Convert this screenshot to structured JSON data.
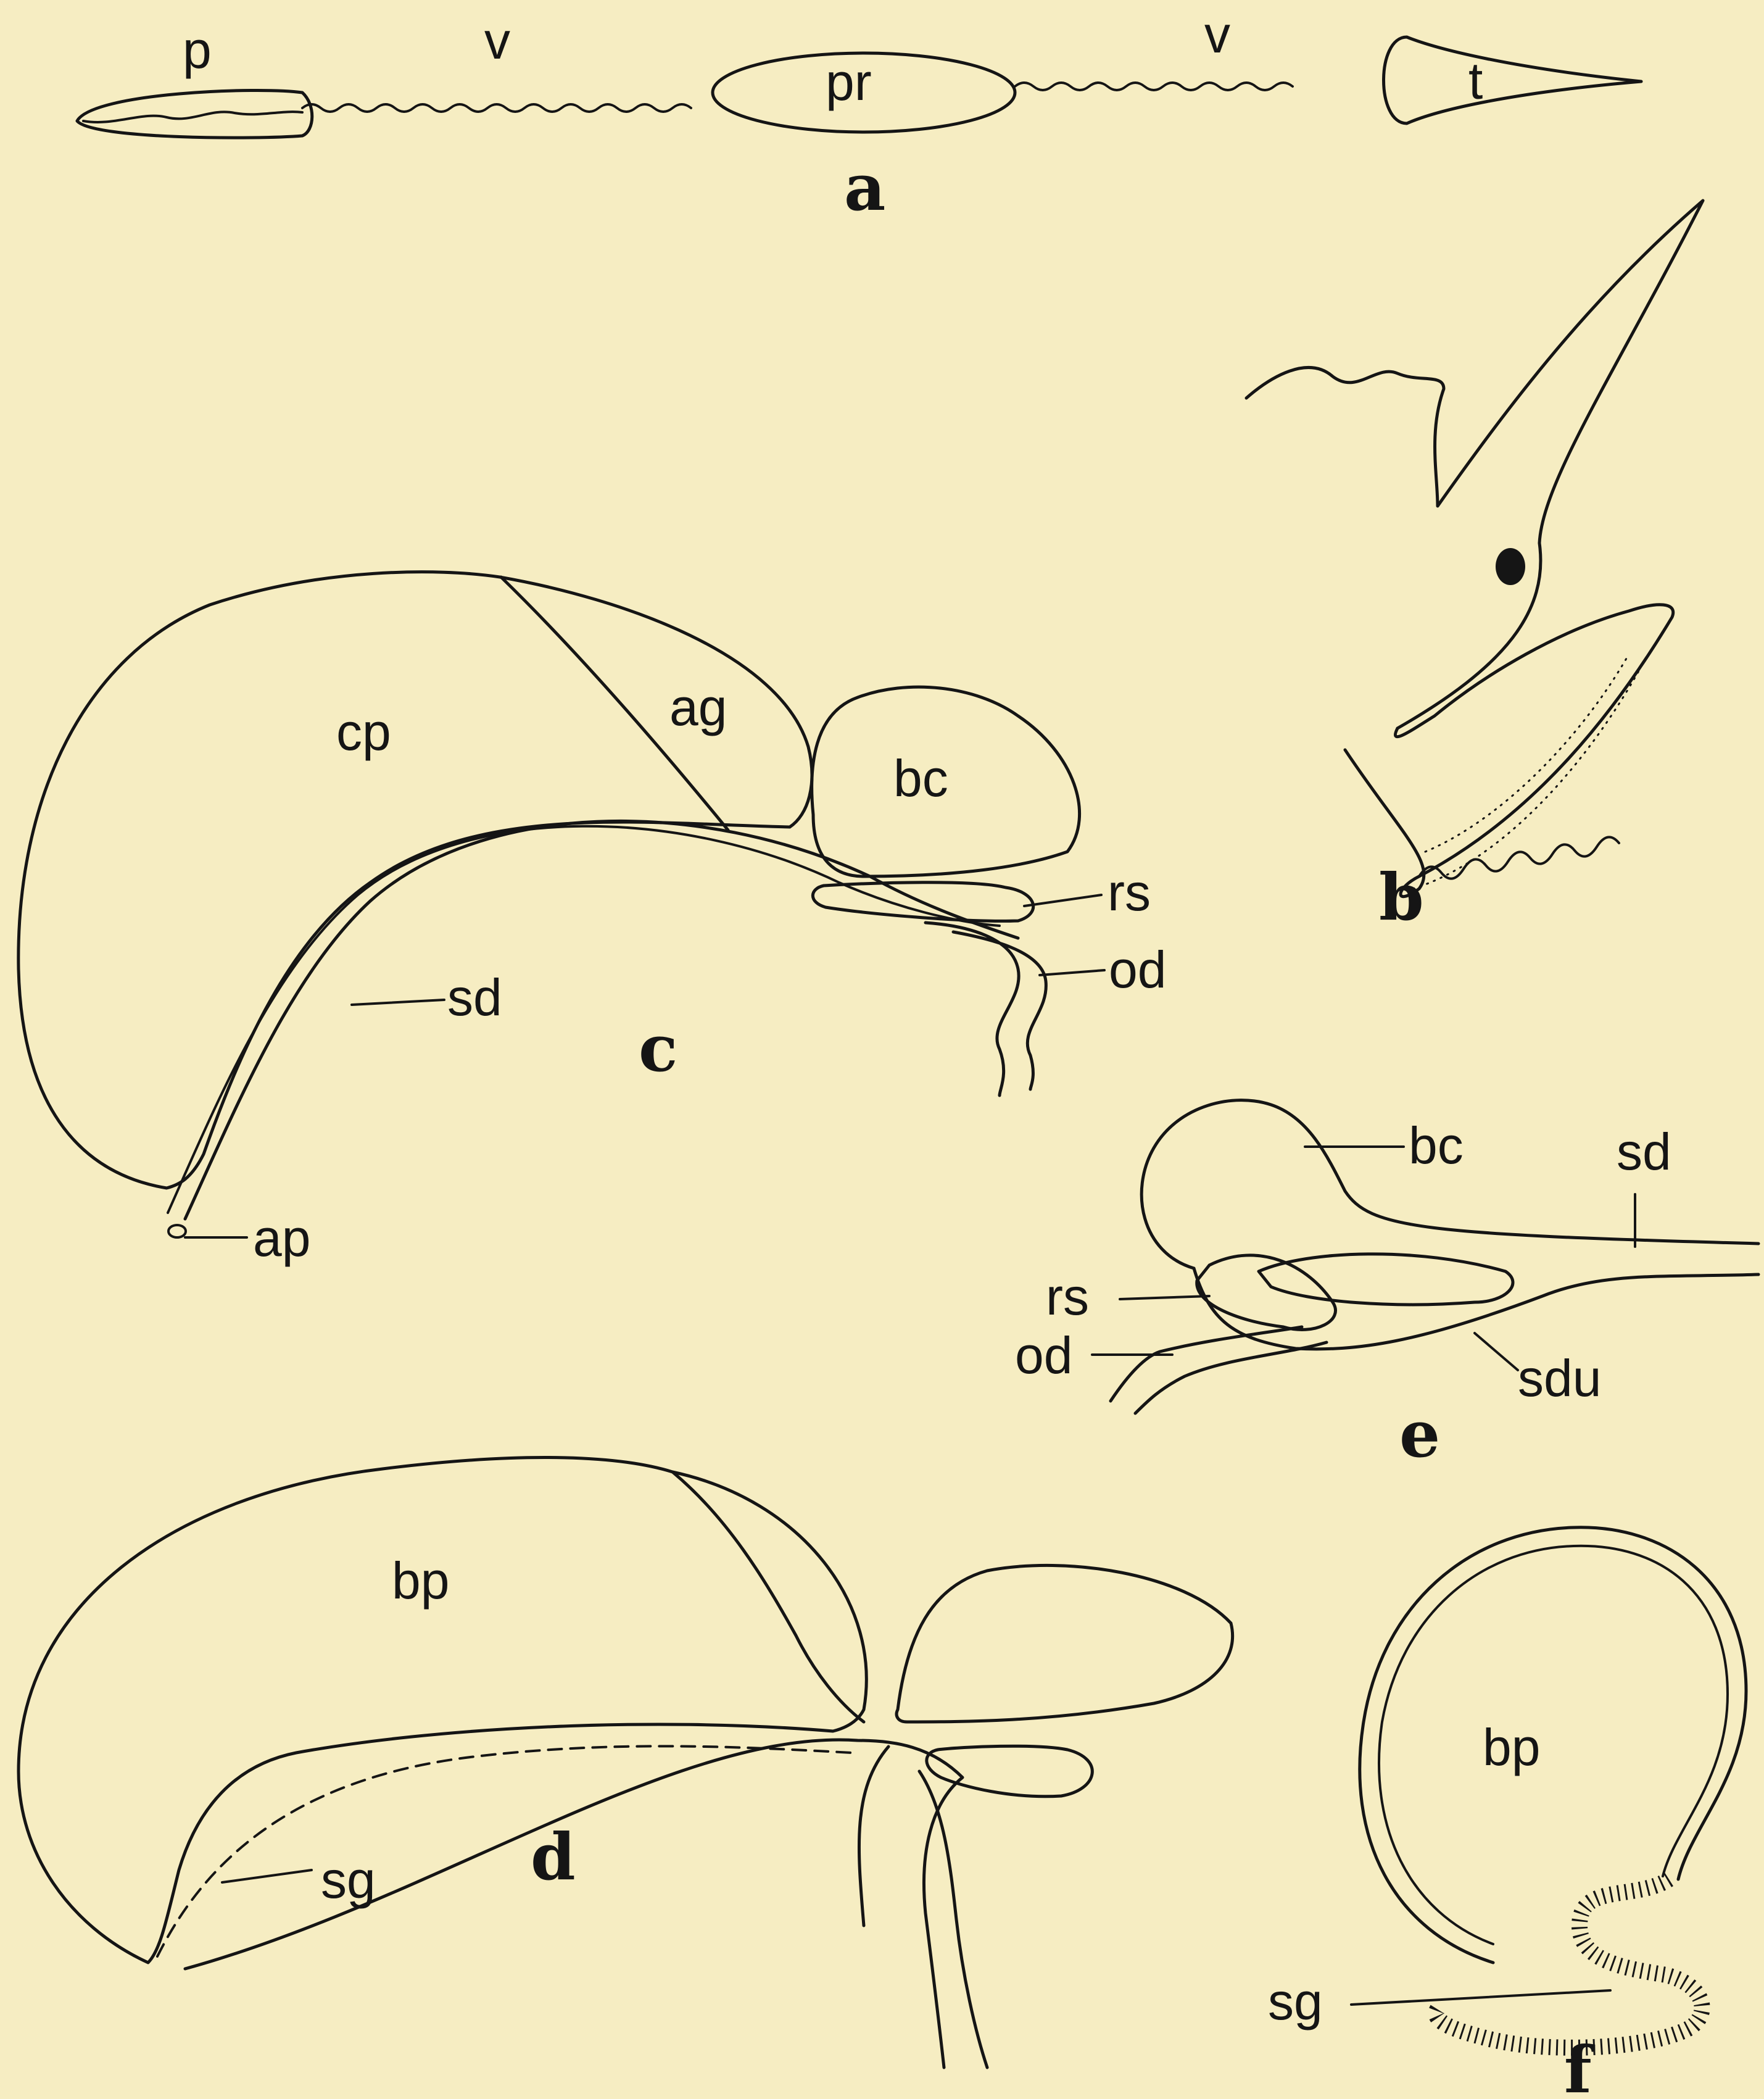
{
  "panels": {
    "a": {
      "letter": "a",
      "labels": {
        "p": "p",
        "v_left": "v",
        "pr": "pr",
        "v_right": "v",
        "t": "t"
      }
    },
    "b": {
      "letter": "b"
    },
    "c": {
      "letter": "c",
      "labels": {
        "cp": "cp",
        "ag": "ag",
        "bc": "bc",
        "rs": "rs",
        "od": "od",
        "sd": "sd",
        "ap": "ap"
      }
    },
    "d": {
      "letter": "d",
      "labels": {
        "bp": "bp",
        "sg": "sg"
      }
    },
    "e": {
      "letter": "e",
      "labels": {
        "bc": "bc",
        "sd": "sd",
        "rs": "rs",
        "od": "od",
        "sdu": "sdu"
      }
    },
    "f": {
      "letter": "f",
      "labels": {
        "bp": "bp",
        "sg": "sg"
      }
    }
  },
  "colors": {
    "background": "#F6EDC2",
    "ink": "#151515"
  }
}
